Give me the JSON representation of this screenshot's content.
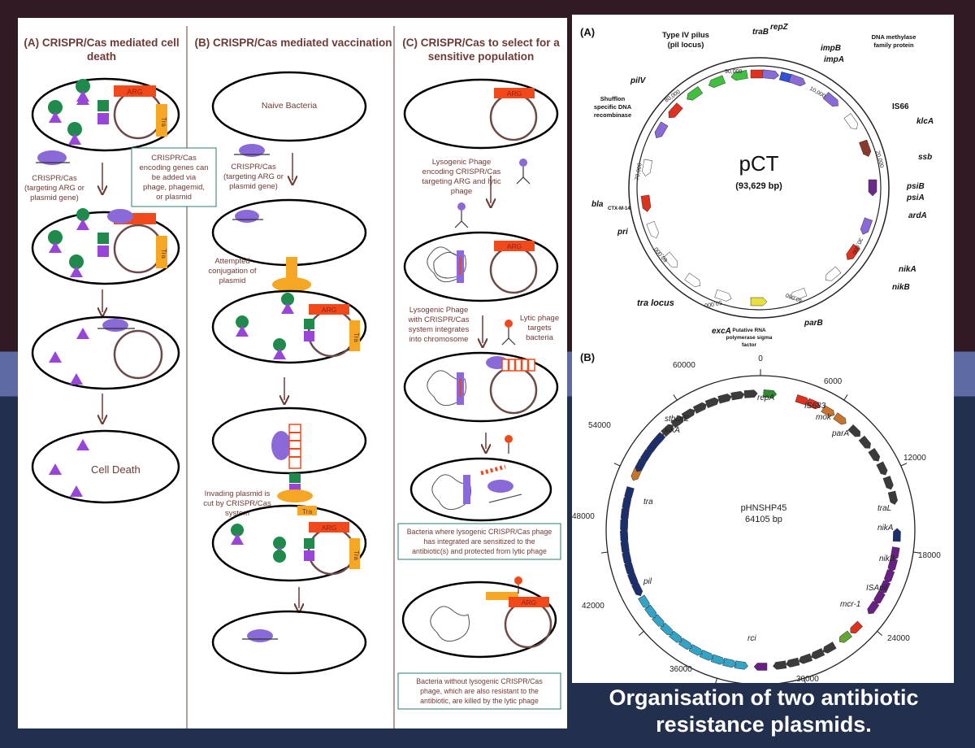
{
  "colA": {
    "title": "(A) CRISPR/Cas mediated cell death",
    "title_line1": "(A) CRISPR/Cas mediated cell",
    "title_line2": "death",
    "cas_label_1": "CRISPR/Cas",
    "cas_label_2": "(targeting ARG or",
    "cas_label_3": "plasmid gene)",
    "arg_label": "ARG",
    "tra_label": "Tra",
    "cell_death_label": "Cell Death"
  },
  "colB": {
    "title": "(B) CRISPR/Cas mediated vaccination",
    "naive_label": "Naive Bacteria",
    "note_1": "CRISPR/Cas",
    "note_2": "encoding genes can",
    "note_3": "be added via",
    "note_4": "phage, phagemid,",
    "note_5": "or plasmid",
    "cas_label_1": "CRISPR/Cas",
    "cas_label_2": "(targeting ARG or",
    "cas_label_3": "plasmid gene)",
    "conj_1": "Attempted",
    "conj_2": "conjugation of",
    "conj_3": "plasmid",
    "arg_label": "ARG",
    "tra_label": "Tra",
    "cut_1": "Invading plasmid is",
    "cut_2": "cut by CRISPR/Cas",
    "cut_3": "system"
  },
  "colC": {
    "title_line1": "(C) CRISPR/Cas to select for a",
    "title_line2": "sensitive population",
    "arg_label": "ARG",
    "lyso_1": "Lysogenic Phage",
    "lyso_2": "encoding CRISPR/Cas",
    "lyso_3": "targeting ARG and lytic",
    "lyso_4": "phage",
    "integ_1": "Lysogenic Phage",
    "integ_2": "with CRISPR/Cas",
    "integ_3": "system integrates",
    "integ_4": "into chromosome",
    "lytic_1": "Lytic phage",
    "lytic_2": "targets",
    "lytic_3": "bacteria",
    "box1_1": "Bacteria where lysogenic CRISPR/Cas phage",
    "box1_2": "has integrated are sensitized to the",
    "box1_3": "antibiotic(s) and protected from lytic phage",
    "box2_1": "Bacteria without lysogenic CRISPR/Cas",
    "box2_2": "phage, which are also resistant to the",
    "box2_3": "antibiotic, are killed by the lytic phage"
  },
  "pCT": {
    "panel_label": "(A)",
    "name": "pCT",
    "size": "(93,629 bp)",
    "genes": {
      "traB": "traB",
      "repZ": "repZ",
      "impB": "impB",
      "impA": "impA",
      "dna_methylase_1": "DNA methylase",
      "dna_methylase_2": "family protein",
      "is66": "IS66",
      "klcA": "klcA",
      "ssb": "ssb",
      "psiB": "psiB",
      "psiA": "psiA",
      "ardA": "ardA",
      "nikA": "nikA",
      "nikB": "nikB",
      "parB": "parB",
      "sigma_1": "Putative RNA",
      "sigma_2": "polymerase sigma",
      "sigma_3": "factor",
      "excA": "excA",
      "tra_locus": "tra locus",
      "pri": "pri",
      "bla": "bla",
      "bla_sub": "CTX-M-14",
      "shufflon_1": "Shufflon",
      "shufflon_2": "specific DNA",
      "shufflon_3": "recombinase",
      "pilV": "pilV",
      "pilus_1": "Type IV pilus",
      "pilus_2": "(pil locus)"
    },
    "ticks": [
      "90,000",
      "10,000",
      "80,000",
      "20,000",
      "70,000",
      "30,000",
      "60,000",
      "50,000",
      "40,000"
    ]
  },
  "pHNSHP45": {
    "panel_label": "(B)",
    "name": "pHNSHP45",
    "size": "64105 bp",
    "ticks": [
      "0",
      "6000",
      "12000",
      "18000",
      "24000",
      "30000",
      "36000",
      "42000",
      "48000",
      "54000",
      "60000"
    ],
    "genes": {
      "repA": "repA",
      "IS683": "IS683",
      "mok": "mok",
      "parA": "parA",
      "stbDE": "stbD/E",
      "kikA": "kikA",
      "tra": "tra",
      "traL": "traL",
      "nikA": "nikA",
      "nikB": "nikB",
      "ISApl1": "ISApll",
      "mcr1": "mcr-1",
      "rci": "rci",
      "pil": "pil"
    },
    "colors": {
      "repA": "#2e8b32",
      "IS683": "#e0301e",
      "mok": "#c8742a",
      "nik": "#6a1f86",
      "mcr": "#63a832",
      "gray": "#3b3b3b",
      "navy": "#1b2f6e",
      "light_blue": "#33a3c7"
    }
  },
  "caption": {
    "line1": "Organisation of two antibiotic",
    "line2": "resistance plasmids."
  }
}
